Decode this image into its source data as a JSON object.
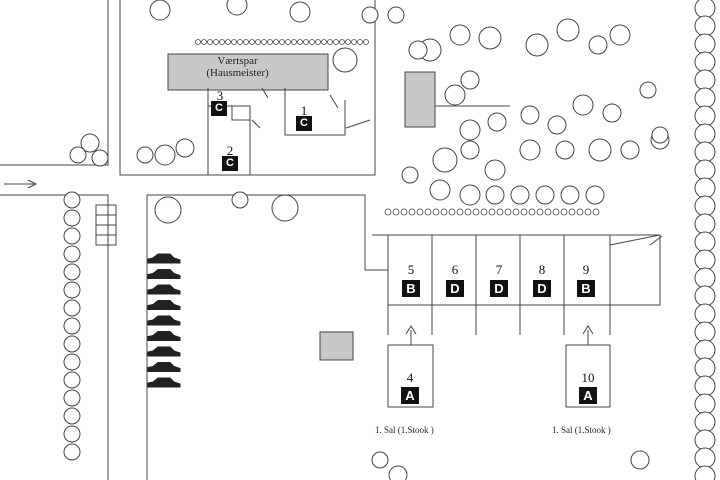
{
  "host": {
    "line1": "Værtspar",
    "line2": "(Hausmeister)"
  },
  "units": [
    {
      "number": "1",
      "letter": "C"
    },
    {
      "number": "2",
      "letter": "C"
    },
    {
      "number": "3",
      "letter": "C"
    },
    {
      "number": "4",
      "letter": "A",
      "caption": "1. Sal (1.Stook )"
    },
    {
      "number": "5",
      "letter": "B"
    },
    {
      "number": "6",
      "letter": "D"
    },
    {
      "number": "7",
      "letter": "D"
    },
    {
      "number": "8",
      "letter": "D"
    },
    {
      "number": "9",
      "letter": "B"
    },
    {
      "number": "10",
      "letter": "A",
      "caption": "1. Sal (1.Stook )"
    }
  ],
  "colors": {
    "line": "#444444",
    "tree_fill": "#ffffff",
    "shed_fill": "#c8c8c8",
    "badge": "#111111"
  },
  "icons": {
    "entrance": "arrow-right-icon",
    "car": "car-icon",
    "stairs": "arrow-up-icon"
  }
}
